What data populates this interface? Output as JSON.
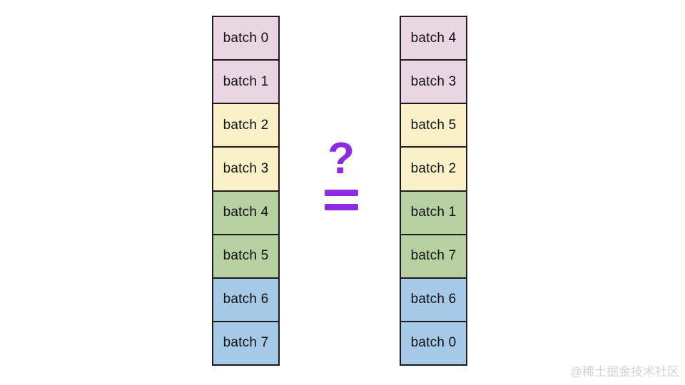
{
  "diagram": {
    "description_topic": "batch order comparison",
    "comparison": {
      "question_mark": "?",
      "equals_icon": "equals-sign"
    },
    "columns": [
      {
        "side": "left",
        "items": [
          {
            "label": "batch 0",
            "color": "#e9d6e1"
          },
          {
            "label": "batch 1",
            "color": "#e9d6e1"
          },
          {
            "label": "batch 2",
            "color": "#fbf1c9"
          },
          {
            "label": "batch 3",
            "color": "#fbf1c9"
          },
          {
            "label": "batch 4",
            "color": "#b6d0a2"
          },
          {
            "label": "batch 5",
            "color": "#b6d0a2"
          },
          {
            "label": "batch 6",
            "color": "#a7c9e8"
          },
          {
            "label": "batch 7",
            "color": "#a7c9e8"
          }
        ]
      },
      {
        "side": "right",
        "items": [
          {
            "label": "batch 4",
            "color": "#e9d6e1"
          },
          {
            "label": "batch 3",
            "color": "#e9d6e1"
          },
          {
            "label": "batch 5",
            "color": "#fbf1c9"
          },
          {
            "label": "batch 2",
            "color": "#fbf1c9"
          },
          {
            "label": "batch 1",
            "color": "#b6d0a2"
          },
          {
            "label": "batch 7",
            "color": "#b6d0a2"
          },
          {
            "label": "batch 6",
            "color": "#a7c9e8"
          },
          {
            "label": "batch 0",
            "color": "#a7c9e8"
          }
        ]
      }
    ]
  },
  "watermark": "@稀土掘金技术社区",
  "colors": {
    "background": "#ffffff",
    "box_border": "#1b1b1b",
    "box_text": "#111111",
    "accent_purple": "#8c2be2",
    "watermark_gray": "#d3d3d3",
    "pink": "#e9d6e1",
    "yellow": "#fbf1c9",
    "green": "#b6d0a2",
    "blue": "#a7c9e8"
  }
}
